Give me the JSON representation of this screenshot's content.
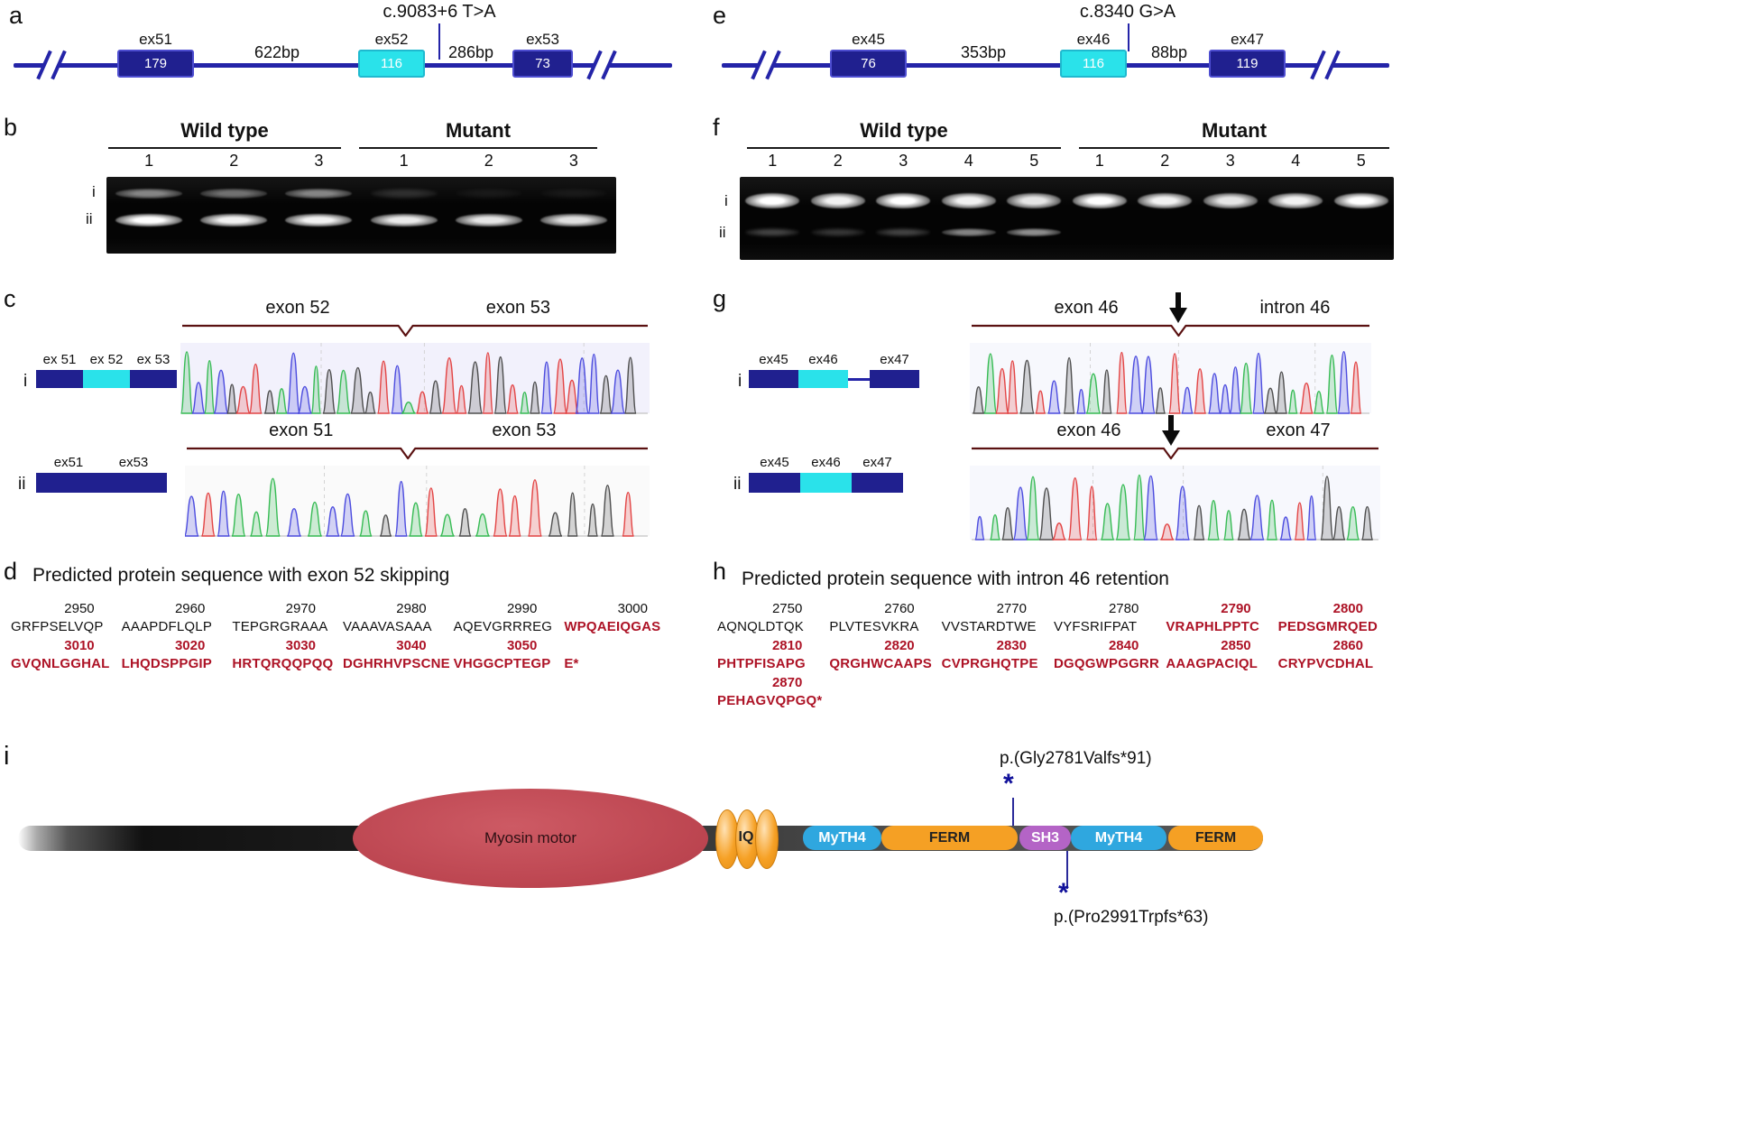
{
  "colors": {
    "navy": "#20208f",
    "cyan": "#2ae2ea",
    "gene_line_blue": "#2424a8",
    "red_text": "#ad1326",
    "bracket_maroon": "#5a1111",
    "myosin_red": "#bc4550",
    "domain_orange": "#f5a024",
    "domain_blue": "#2fa7df",
    "domain_purple": "#b464c6"
  },
  "panel_a": {
    "label": "a",
    "mutation_label": "c.9083+6 T>A",
    "exons": [
      {
        "name": "ex51",
        "size": "179"
      },
      {
        "name": "ex52",
        "size": "116"
      },
      {
        "name": "ex53",
        "size": "73"
      }
    ],
    "intron_sizes": [
      "622bp",
      "286bp"
    ]
  },
  "panel_e": {
    "label": "e",
    "mutation_label": "c.8340 G>A",
    "exons": [
      {
        "name": "ex45",
        "size": "76"
      },
      {
        "name": "ex46",
        "size": "116"
      },
      {
        "name": "ex47",
        "size": "119"
      }
    ],
    "intron_sizes": [
      "353bp",
      "88bp"
    ]
  },
  "panel_b": {
    "label": "b",
    "group1": "Wild type",
    "group2": "Mutant",
    "band_labels": [
      "i",
      "ii"
    ],
    "lanes": [
      {
        "group": "Wild type",
        "n": "1",
        "band_i": 0.5,
        "band_ii": 1.0
      },
      {
        "group": "Wild type",
        "n": "2",
        "band_i": 0.42,
        "band_ii": 0.95
      },
      {
        "group": "Wild type",
        "n": "3",
        "band_i": 0.5,
        "band_ii": 0.95
      },
      {
        "group": "Mutant",
        "n": "1",
        "band_i": 0.15,
        "band_ii": 0.92
      },
      {
        "group": "Mutant",
        "n": "2",
        "band_i": 0.06,
        "band_ii": 0.9
      },
      {
        "group": "Mutant",
        "n": "3",
        "band_i": 0.06,
        "band_ii": 0.88
      }
    ]
  },
  "panel_f": {
    "label": "f",
    "group1": "Wild type",
    "group2": "Mutant",
    "band_labels": [
      "i",
      "ii"
    ],
    "lanes": [
      {
        "group": "Wild type",
        "n": "1",
        "band_i": 1.0,
        "band_ii": 0.25
      },
      {
        "group": "Wild type",
        "n": "2",
        "band_i": 0.95,
        "band_ii": 0.2
      },
      {
        "group": "Wild type",
        "n": "3",
        "band_i": 1.0,
        "band_ii": 0.25
      },
      {
        "group": "Wild type",
        "n": "4",
        "band_i": 0.95,
        "band_ii": 0.5
      },
      {
        "group": "Wild type",
        "n": "5",
        "band_i": 0.9,
        "band_ii": 0.55
      },
      {
        "group": "Mutant",
        "n": "1",
        "band_i": 1.0,
        "band_ii": 0.0
      },
      {
        "group": "Mutant",
        "n": "2",
        "band_i": 0.95,
        "band_ii": 0.0
      },
      {
        "group": "Mutant",
        "n": "3",
        "band_i": 0.9,
        "band_ii": 0.0
      },
      {
        "group": "Mutant",
        "n": "4",
        "band_i": 0.95,
        "band_ii": 0.0
      },
      {
        "group": "Mutant",
        "n": "5",
        "band_i": 1.0,
        "band_ii": 0.0
      }
    ]
  },
  "panel_c": {
    "label": "c",
    "rows": [
      {
        "id": "i",
        "diagram_labels": [
          "ex 51",
          "ex 52",
          "ex 53"
        ],
        "region_left": "exon 52",
        "region_right": "exon 53"
      },
      {
        "id": "ii",
        "diagram_labels": [
          "ex51",
          "ex53"
        ],
        "region_left": "exon 51",
        "region_right": "exon 53"
      }
    ]
  },
  "panel_g": {
    "label": "g",
    "rows": [
      {
        "id": "i",
        "diagram_labels": [
          "ex45",
          "ex46",
          "ex47"
        ],
        "region_left": "exon 46",
        "region_right": "intron 46"
      },
      {
        "id": "ii",
        "diagram_labels": [
          "ex45",
          "ex46",
          "ex47"
        ],
        "region_left": "exon 46",
        "region_right": "exon 47"
      }
    ]
  },
  "panel_d": {
    "label": "d",
    "title": "Predicted protein sequence with exon 52 skipping",
    "rows": [
      {
        "numbers": [
          {
            "t": "2950",
            "red": false
          },
          {
            "t": "2960",
            "red": false
          },
          {
            "t": "2970",
            "red": false
          },
          {
            "t": "2980",
            "red": false
          },
          {
            "t": "2990",
            "red": false
          },
          {
            "t": "3000",
            "red": false
          }
        ],
        "groups": [
          {
            "t": "GRFPSELVQP",
            "red": false
          },
          {
            "t": "AAAPDFLQLP",
            "red": false
          },
          {
            "t": "TEPGRGRAAA",
            "red": false
          },
          {
            "t": "VAAAVASAAA",
            "red": false
          },
          {
            "t": "AQEVGRRREG",
            "red": false
          },
          {
            "t": "WPQAEIQGAS",
            "red": true
          }
        ]
      },
      {
        "numbers": [
          {
            "t": "3010",
            "red": true
          },
          {
            "t": "3020",
            "red": true
          },
          {
            "t": "3030",
            "red": true
          },
          {
            "t": "3040",
            "red": true
          },
          {
            "t": "3050",
            "red": true
          },
          {
            "t": "",
            "red": true
          }
        ],
        "groups": [
          {
            "t": "GVQNLGGHAL",
            "red": true
          },
          {
            "t": "LHQDSPPGIP",
            "red": true
          },
          {
            "t": "HRTQRQQPQQ",
            "red": true
          },
          {
            "t": "DGHRHVPSCNE",
            "red": true
          },
          {
            "t": "VHGGCPTEGP",
            "red": true
          },
          {
            "t": "E*",
            "red": true
          }
        ]
      }
    ]
  },
  "panel_h": {
    "label": "h",
    "title": "Predicted protein sequence with intron 46 retention",
    "rows": [
      {
        "numbers": [
          {
            "t": "2750",
            "red": false
          },
          {
            "t": "2760",
            "red": false
          },
          {
            "t": "2770",
            "red": false
          },
          {
            "t": "2780",
            "red": false
          },
          {
            "t": "2790",
            "red": true
          },
          {
            "t": "2800",
            "red": true
          }
        ],
        "groups": [
          {
            "t": "AQNQLDTQK",
            "red": false
          },
          {
            "t": "PLVTESVKRA",
            "red": false
          },
          {
            "t": "VVSTARDTWE",
            "red": false
          },
          {
            "t": "VYFSRIFPAT",
            "red": false
          },
          {
            "t": "VRAPHLPPTC",
            "red": true
          },
          {
            "t": "PEDSGMRQED",
            "red": true
          }
        ]
      },
      {
        "numbers": [
          {
            "t": "2810",
            "red": true
          },
          {
            "t": "2820",
            "red": true
          },
          {
            "t": "2830",
            "red": true
          },
          {
            "t": "2840",
            "red": true
          },
          {
            "t": "2850",
            "red": true
          },
          {
            "t": "2860",
            "red": true
          }
        ],
        "groups": [
          {
            "t": "PHTPFISAPG",
            "red": true
          },
          {
            "t": "QRGHWCAAPS",
            "red": true
          },
          {
            "t": "CVPRGHQTPE",
            "red": true
          },
          {
            "t": "DGQGWPGGRR",
            "red": true
          },
          {
            "t": "AAAGPACIQL",
            "red": true
          },
          {
            "t": "CRYPVCDHAL",
            "red": true
          }
        ]
      },
      {
        "numbers": [
          {
            "t": "2870",
            "red": true
          },
          {
            "t": "",
            "red": true
          },
          {
            "t": "",
            "red": true
          },
          {
            "t": "",
            "red": true
          },
          {
            "t": "",
            "red": true
          },
          {
            "t": "",
            "red": true
          }
        ],
        "groups": [
          {
            "t": "PEHAGVQPGQ*",
            "red": true
          },
          {
            "t": "",
            "red": true
          },
          {
            "t": "",
            "red": true
          },
          {
            "t": "",
            "red": true
          },
          {
            "t": "",
            "red": true
          },
          {
            "t": "",
            "red": true
          }
        ]
      }
    ]
  },
  "panel_i": {
    "label": "i",
    "myosin_label": "Myosin motor",
    "iq_label": "IQ",
    "star": "*",
    "domains": [
      {
        "name": "MyTH4"
      },
      {
        "name": "FERM"
      },
      {
        "name": "SH3"
      },
      {
        "name": "MyTH4"
      },
      {
        "name": "FERM"
      }
    ],
    "annotation_top": "p.(Gly2781Valfs*91)",
    "annotation_bottom": "p.(Pro2991Trpfs*63)"
  }
}
